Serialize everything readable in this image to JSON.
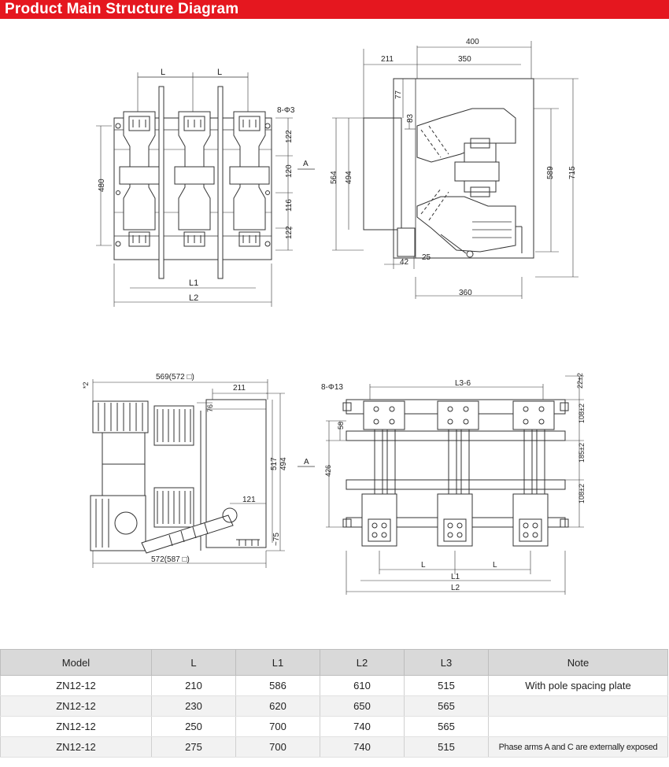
{
  "header": {
    "title": "Product Main Structure Diagram",
    "color": "#e5171f"
  },
  "figures": {
    "front": {
      "dim_L_a": "L",
      "dim_L_b": "L",
      "hole_note": "8-Φ3",
      "dim_122_top": "122",
      "dim_120": "120",
      "dim_116": "116",
      "dim_122_bottom": "122",
      "dim_480": "480",
      "dim_L1": "L1",
      "dim_L2": "L2",
      "view_marker": "A"
    },
    "side": {
      "dim_400": "400",
      "dim_211": "211",
      "dim_350": "350",
      "dim_77": "77",
      "dim_83": "83",
      "dim_564": "564",
      "dim_494": "494",
      "dim_589": "589",
      "dim_715": "715",
      "dim_42": "42",
      "dim_25": "25",
      "dim_360": "360"
    },
    "mech": {
      "dim_569": "569(572 □)",
      "dim_2": "*2",
      "dim_211": "211",
      "dim_76": "76",
      "dim_517": "517",
      "dim_494": "494",
      "dim_121": "121",
      "dim_75": "~75",
      "dim_572": "572(587 □)",
      "view_marker": "A"
    },
    "topview": {
      "hole_note": "8-Φ13",
      "dim_L3": "L3-6",
      "dim_22": "22±2",
      "dim_108a": "108±2",
      "dim_58": "58",
      "dim_185": "185±2",
      "dim_426": "426",
      "dim_108b": "108±2",
      "dim_L_a": "L",
      "dim_L_b": "L",
      "dim_L1": "L1",
      "dim_L2": "L2"
    }
  },
  "table": {
    "headers": [
      "Model",
      "L",
      "L1",
      "L2",
      "L3",
      "Note"
    ],
    "rows": [
      [
        "ZN12-12",
        "210",
        "586",
        "610",
        "515",
        "With pole spacing plate"
      ],
      [
        "ZN12-12",
        "230",
        "620",
        "650",
        "565",
        ""
      ],
      [
        "ZN12-12",
        "250",
        "700",
        "740",
        "565",
        ""
      ],
      [
        "ZN12-12",
        "275",
        "700",
        "740",
        "515",
        "Phase arms A and C are externally exposed"
      ]
    ]
  }
}
